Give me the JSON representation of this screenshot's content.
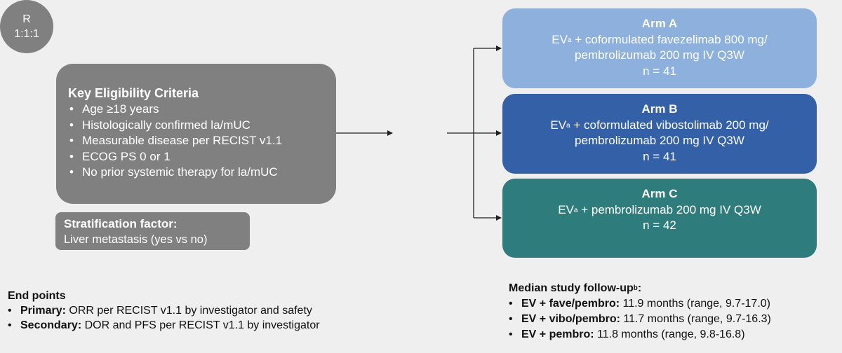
{
  "eligibility": {
    "title": "Key Eligibility Criteria",
    "items": [
      "Age ≥18 years",
      "Histologically confirmed la/mUC",
      "Measurable disease per RECIST v1.1",
      "ECOG PS 0 or 1",
      "No prior systemic therapy for la/mUC"
    ]
  },
  "stratification": {
    "title": "Stratification factor:",
    "text": "Liver metastasis (yes vs no)"
  },
  "randomization": {
    "letter": "R",
    "ratio": "1:1:1"
  },
  "arms": [
    {
      "title": "Arm A",
      "prefix": "EV",
      "sup": "a",
      "line1_rest": " + coformulated favezelimab 800 mg/",
      "line2": "pembrolizumab 200 mg IV Q3W",
      "n": "n = 41",
      "color": "#8eb0dc"
    },
    {
      "title": "Arm B",
      "prefix": "EV",
      "sup": "a",
      "line1_rest": " + coformulated vibostolimab 200 mg/",
      "line2": "pembrolizumab 200 mg IV Q3W",
      "n": "n = 41",
      "color": "#3460a8"
    },
    {
      "title": "Arm C",
      "prefix": "EV",
      "sup": "a",
      "line1_rest": " + pembrolizumab 200 mg IV Q3W",
      "n": "n = 42",
      "color": "#2f7c7c"
    }
  ],
  "endpoints": {
    "title": "End points",
    "items": [
      {
        "label": "Primary:",
        "text": " ORR per RECIST v1.1 by investigator and safety"
      },
      {
        "label": "Secondary:",
        "text": " DOR and PFS per RECIST v1.1 by investigator"
      }
    ]
  },
  "followup": {
    "title": "Median study follow-up",
    "title_sup": "b",
    "title_suffix": ":",
    "items": [
      {
        "label": "EV + fave/pembro:",
        "text": " 11.9 months (range, 9.7-17.0)"
      },
      {
        "label": "EV + vibo/pembro:",
        "text": " 11.7 months (range, 9.7-16.3)"
      },
      {
        "label": "EV + pembro:",
        "text": " 11.8 months (range, 9.8-16.8)"
      }
    ]
  }
}
